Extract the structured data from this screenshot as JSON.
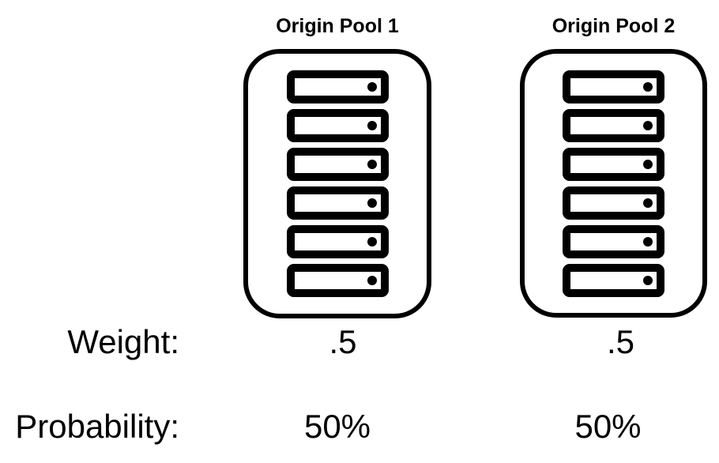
{
  "diagram": {
    "description": "Weighted load-balancing origin pools diagram",
    "colors": {
      "foreground": "#000000",
      "background": "#ffffff"
    },
    "icons": {
      "server": "server-icon (thick-bordered rounded rectangle with round LED dot on right)"
    },
    "pools": [
      {
        "title": "Origin Pool 1",
        "server_count": 6,
        "weight": ".5",
        "probability": "50%"
      },
      {
        "title": "Origin Pool 2",
        "server_count": 6,
        "weight": ".5",
        "probability": "50%"
      }
    ],
    "rows": {
      "weight_label": "Weight:",
      "probability_label": "Probability:"
    }
  }
}
